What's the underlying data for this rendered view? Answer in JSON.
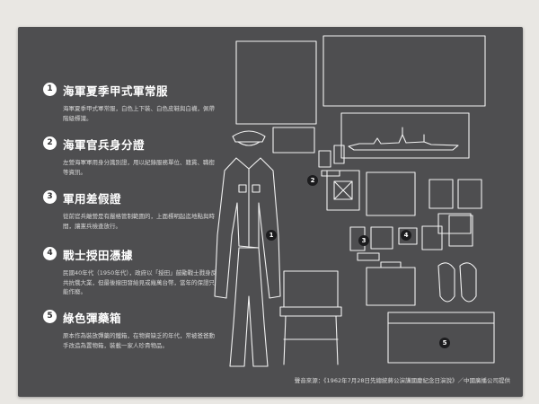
{
  "items": [
    {
      "number": "1",
      "title": "海軍夏季甲式軍常服",
      "description": "海軍夏季甲式軍常服，白色上下裝、白色皮鞋與白襪，佩帶階級標識。"
    },
    {
      "number": "2",
      "title": "海軍官兵身分證",
      "description": "左營海軍軍用身分識別證，用以紀錄服務單位、籍貫、職銜等資訊。"
    },
    {
      "number": "3",
      "title": "軍用差假證",
      "description": "從前官兵離營是有嚴格管制範圍的，上面標明起迄地點與時間，讓憲兵檢查放行。"
    },
    {
      "number": "4",
      "title": "戰士授田憑據",
      "description": "民國40年代（1950年代），政府以「授田」鼓勵戰士戮身反共抗俄大業，但最後撥田發給見或幾萬台幣，當年的保證只能作廢。"
    },
    {
      "number": "5",
      "title": "綠色彈藥箱",
      "description": "原本作為裝放彈藥的鐵箱，在物資缺乏的年代，常被爸爸動手改造為置物箱，裝載一家人珍貴物品。"
    }
  ],
  "markers": [
    "1",
    "2",
    "3",
    "4",
    "5"
  ],
  "footer": "聲音來源：《1962年7月28日先總統蔣公演講國慶紀念日演說》／中國廣播公司提供",
  "colors": {
    "panel": "#4e4e50",
    "wall": "#e9e7e3",
    "line": "#f2f2f2",
    "badge": "#1c1c1e"
  }
}
